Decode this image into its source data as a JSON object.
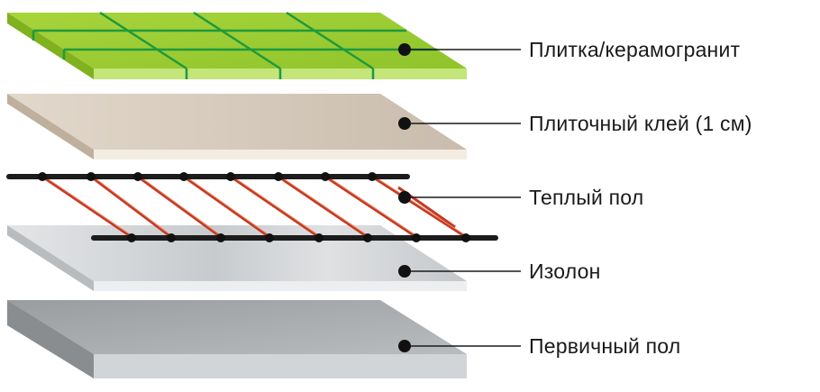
{
  "layers": [
    {
      "id": "tile",
      "label": "Плитка/керамогранит",
      "color": "#9acd32"
    },
    {
      "id": "adhesive",
      "label": "Плиточный клей (1 см)",
      "color": "#cfc2b2"
    },
    {
      "id": "heating",
      "label": "Теплый пол",
      "color": "#d9402a"
    },
    {
      "id": "insulation",
      "label": "Изолон",
      "color": "#d6d9db"
    },
    {
      "id": "subfloor",
      "label": "Первичный пол",
      "color": "#a2a5a7"
    }
  ]
}
